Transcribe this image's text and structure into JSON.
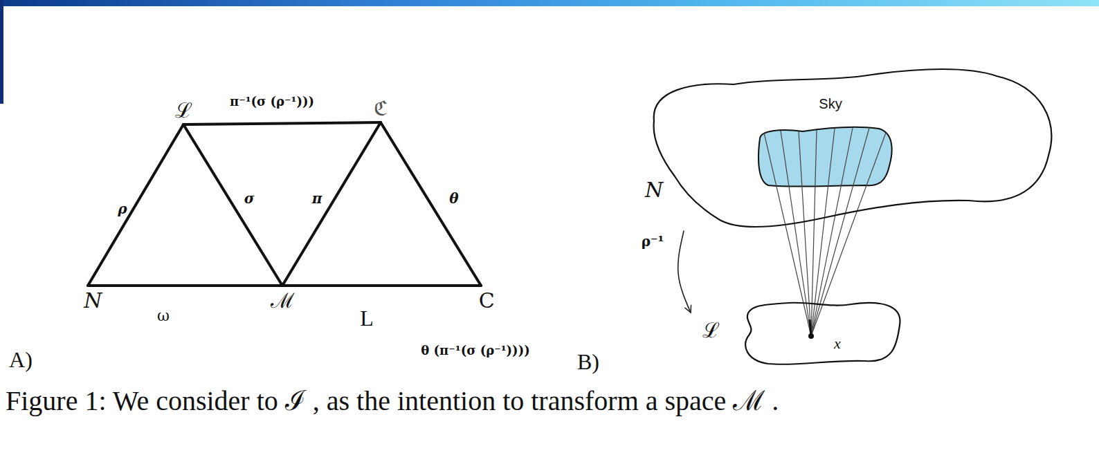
{
  "diagram": {
    "caption": "Figure 1: We consider to ℐ , as the intention to transform a space ℳ .",
    "nodes": [
      {
        "text": [
          "ℒ"
        ]
      },
      {
        "text": [
          "ℭ"
        ]
      },
      {
        "text": [
          "N"
        ]
      },
      {
        "text": [
          "ℳ"
        ]
      },
      {
        "text": [
          "C"
        ]
      },
      {
        "text": [
          "Sky",
          "N"
        ]
      },
      {
        "text": [
          "ℒ",
          "x"
        ]
      }
    ],
    "edges": [
      {
        "from": 2,
        "to": 0,
        "label": "ρ",
        "arrow": "none"
      },
      {
        "from": 0,
        "to": 3,
        "label": "σ",
        "arrow": "none"
      },
      {
        "from": 3,
        "to": 1,
        "label": "π",
        "arrow": "none"
      },
      {
        "from": 1,
        "to": 4,
        "label": "θ",
        "arrow": "none"
      },
      {
        "from": 0,
        "to": 1,
        "label": "π⁻¹(σ (ρ⁻¹)))",
        "arrow": "none"
      },
      {
        "from": 2,
        "to": 3,
        "label": "ω",
        "arrow": "none"
      },
      {
        "from": 3,
        "to": 4,
        "label": "L",
        "arrow": "none"
      },
      {
        "from": 5,
        "to": 6,
        "label": "ρ⁻¹",
        "arrow": "to"
      }
    ],
    "labels": [
      "A)",
      "B)",
      "θ (π⁻¹(σ (ρ⁻¹))))"
    ]
  }
}
